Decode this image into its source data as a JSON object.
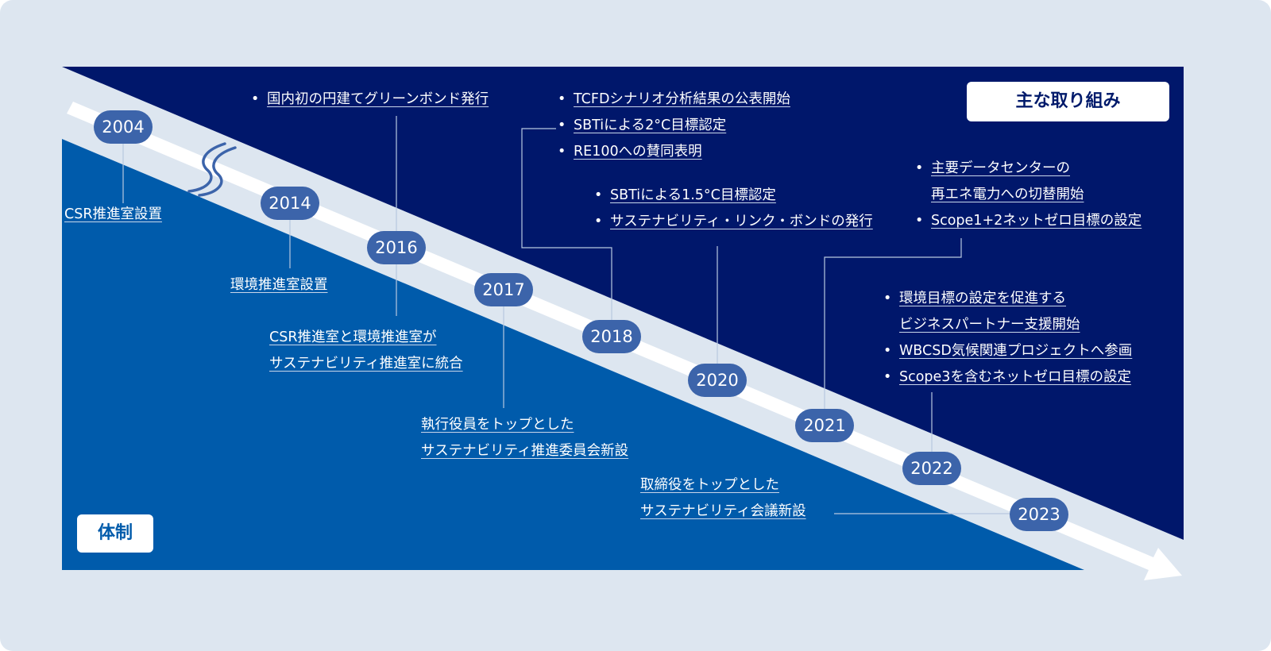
{
  "labels": {
    "initiatives": "主な取り組み",
    "structure": "体制"
  },
  "colors": {
    "navy": "#00176b",
    "blue": "#005bab",
    "pill": "#3c64aa",
    "background": "#dde6f0"
  },
  "years": [
    "2004",
    "2014",
    "2016",
    "2017",
    "2018",
    "2020",
    "2021",
    "2022",
    "2023"
  ],
  "structure": {
    "y2004": "CSR推進室設置",
    "y2014": "環境推進室設置",
    "y2016": [
      "CSR推進室と環境推進室が",
      "サステナビリティ推進室に統合"
    ],
    "y2017": [
      "執行役員をトップとした",
      "サステナビリティ推進委員会新設"
    ],
    "y2023": [
      "取締役をトップとした",
      "サステナビリティ会議新設"
    ]
  },
  "initiatives": {
    "y2016": [
      "国内初の円建てグリーンボンド発行"
    ],
    "y2018": [
      "TCFDシナリオ分析結果の公表開始",
      "SBTiによる2°C目標認定",
      "RE100への賛同表明"
    ],
    "y2020": [
      "SBTiによる1.5°C目標認定",
      "サステナビリティ・リンク・ボンドの発行"
    ],
    "y2021": [
      "主要データセンターの",
      "再エネ電力への切替開始",
      "Scope1+2ネットゼロ目標の設定"
    ],
    "y2022": [
      "環境目標の設定を促進する",
      "ビジネスパートナー支援開始",
      "WBCSD気候関連プロジェクトへ参画",
      "Scope3を含むネットゼロ目標の設定"
    ]
  },
  "bullet": "•"
}
